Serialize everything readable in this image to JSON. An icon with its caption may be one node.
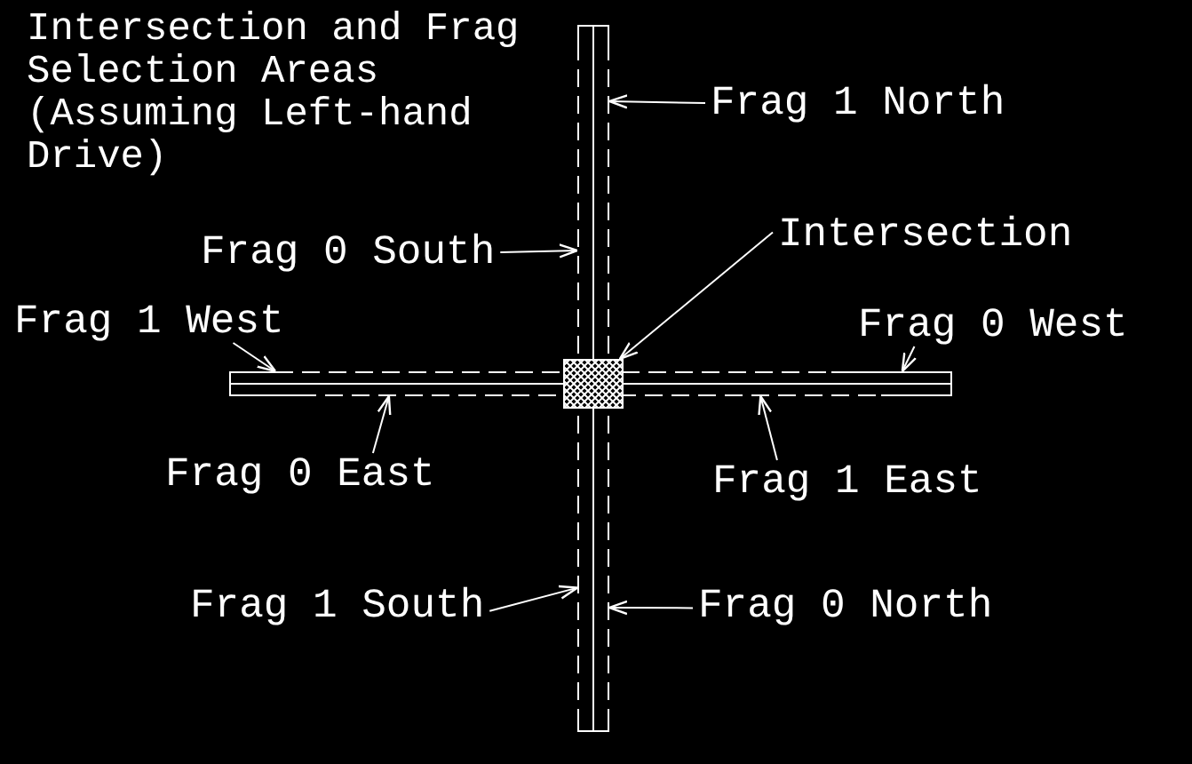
{
  "diagram": {
    "title": "Intersection and Frag Selection Areas (Assuming Left-hand Drive)",
    "nodes": [
      {
        "text": [
          "Frag 1 North"
        ]
      },
      {
        "text": [
          "Frag 0 South"
        ]
      },
      {
        "text": [
          "Intersection"
        ]
      },
      {
        "text": [
          "Frag 1 West"
        ]
      },
      {
        "text": [
          "Frag 0 West"
        ]
      },
      {
        "text": [
          "Frag 0 East"
        ]
      },
      {
        "text": [
          "Frag 1 East"
        ]
      },
      {
        "text": [
          "Frag 1 South"
        ]
      },
      {
        "text": [
          "Frag 0 North"
        ]
      },
      {
        "text": [],
        "shape": "bar"
      },
      {
        "text": [],
        "shape": "bar"
      },
      {
        "text": [],
        "shape": "box"
      }
    ],
    "edges": [
      {
        "from": 0,
        "to": 9,
        "arrow": "to"
      },
      {
        "from": 1,
        "to": 9,
        "arrow": "to"
      },
      {
        "from": 2,
        "to": 11,
        "arrow": "to"
      },
      {
        "from": 3,
        "to": 10,
        "arrow": "to"
      },
      {
        "from": 4,
        "to": 10,
        "arrow": "to"
      },
      {
        "from": 5,
        "to": 10,
        "arrow": "to"
      },
      {
        "from": 6,
        "to": 10,
        "arrow": "to"
      },
      {
        "from": 7,
        "to": 9,
        "arrow": "to"
      },
      {
        "from": 8,
        "to": 9,
        "arrow": "to"
      }
    ]
  }
}
